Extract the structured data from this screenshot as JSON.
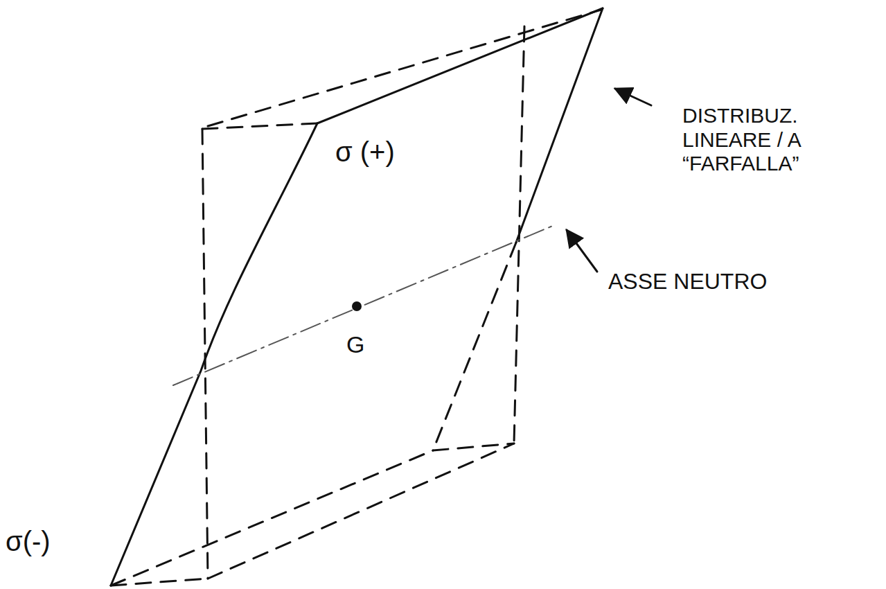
{
  "diagram": {
    "labels": [
      "σ (+)",
      "σ(-)",
      "G",
      "DISTRIBUZ. LINEARE / A “FARFALLA”",
      "ASSE NEUTRO"
    ]
  }
}
